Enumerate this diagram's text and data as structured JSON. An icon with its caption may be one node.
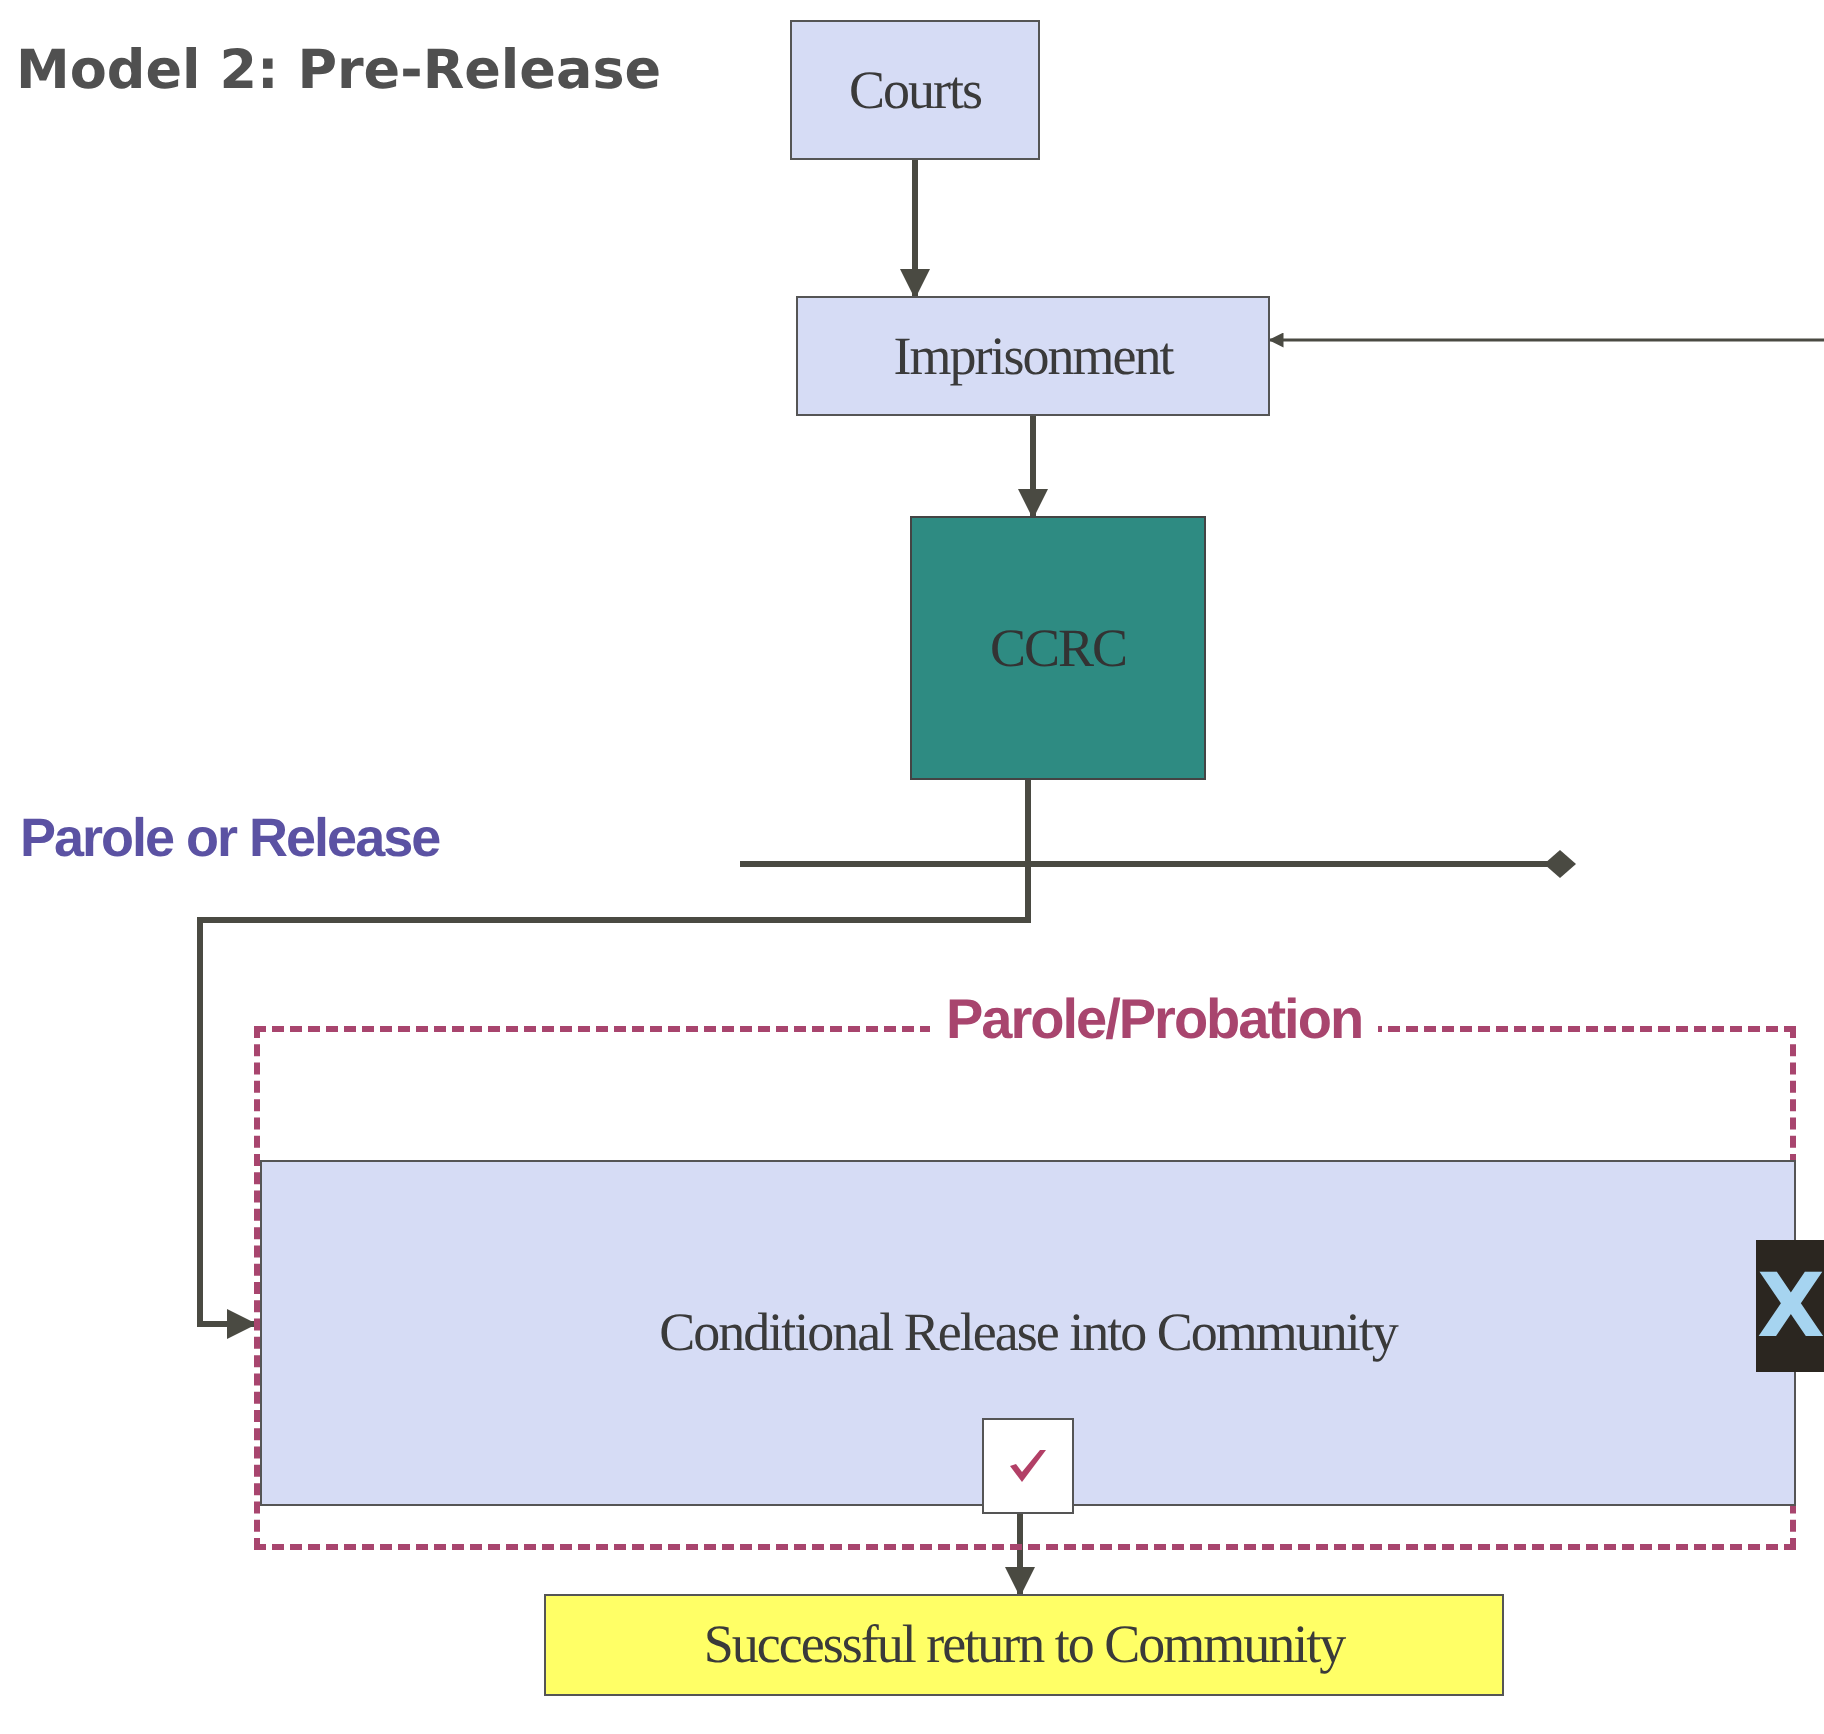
{
  "diagram": {
    "title": "Model 2: Pre-Release",
    "nodes": [
      {
        "text": [
          "Courts"
        ]
      },
      {
        "text": [
          "Imprisonment"
        ]
      },
      {
        "text": [
          "CCRC"
        ]
      },
      {
        "text": [
          "Parole/Probation"
        ]
      },
      {
        "text": [
          "Conditional Release into Community"
        ],
        "in": 3
      },
      {
        "text": [],
        "shape": "box",
        "in": 4
      },
      {
        "text": [
          "X"
        ]
      },
      {
        "text": [
          "Successful return to Community"
        ]
      }
    ],
    "edges": [
      {
        "from": 0,
        "to": 1,
        "arrow": "to"
      },
      {
        "from": 1,
        "to": 2,
        "arrow": "to"
      },
      {
        "from": 2,
        "to": 4,
        "arrow": "to"
      },
      {
        "from": 5,
        "to": 7,
        "arrow": "to"
      },
      {
        "from": null,
        "to": 1,
        "arrow": "to"
      }
    ],
    "labels": [
      "Parole or Release"
    ]
  }
}
